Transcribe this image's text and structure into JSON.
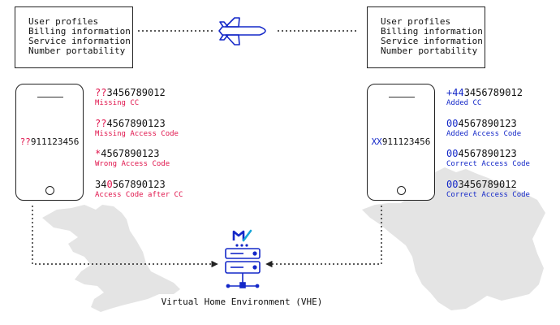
{
  "colors": {
    "error": "#e0144c",
    "correct": "#1428c8",
    "map": "#e4e4e4",
    "line": "#222222"
  },
  "info_box_lines": [
    "User profiles",
    "Billing information",
    "Service information",
    "Number portability"
  ],
  "left_phone": {
    "prefix": "??",
    "rest": "911123456"
  },
  "right_phone": {
    "prefix": "XX",
    "rest": "911123456"
  },
  "left_numbers": [
    {
      "pre": "",
      "hl": "??",
      "post": "3456789012",
      "note": "Missing CC"
    },
    {
      "pre": "",
      "hl": "??",
      "post": "4567890123",
      "note": "Missing Access Code"
    },
    {
      "pre": "",
      "hl": "*",
      "post": "4567890123",
      "note": "Wrong Access Code"
    },
    {
      "pre": "34",
      "hl": "0",
      "post": "567890123",
      "note": "Access Code after CC"
    }
  ],
  "right_numbers": [
    {
      "pre": "",
      "hl": "+44",
      "post": "3456789012",
      "note": "Added CC"
    },
    {
      "pre": "",
      "hl": "00",
      "post": "4567890123",
      "note": "Added Access Code"
    },
    {
      "pre": "",
      "hl": "00",
      "post": "4567890123",
      "note": "Correct Access Code"
    },
    {
      "pre": "",
      "hl": "00",
      "post": "3456789012",
      "note": "Correct Access Code"
    }
  ],
  "server_label": "Virtual Home Environment (VHE)",
  "icons": {
    "plane": "airplane-icon",
    "server": "server-icon",
    "logo": "brand-logo-icon",
    "uk_map": "uk-map",
    "france_map": "france-map"
  }
}
